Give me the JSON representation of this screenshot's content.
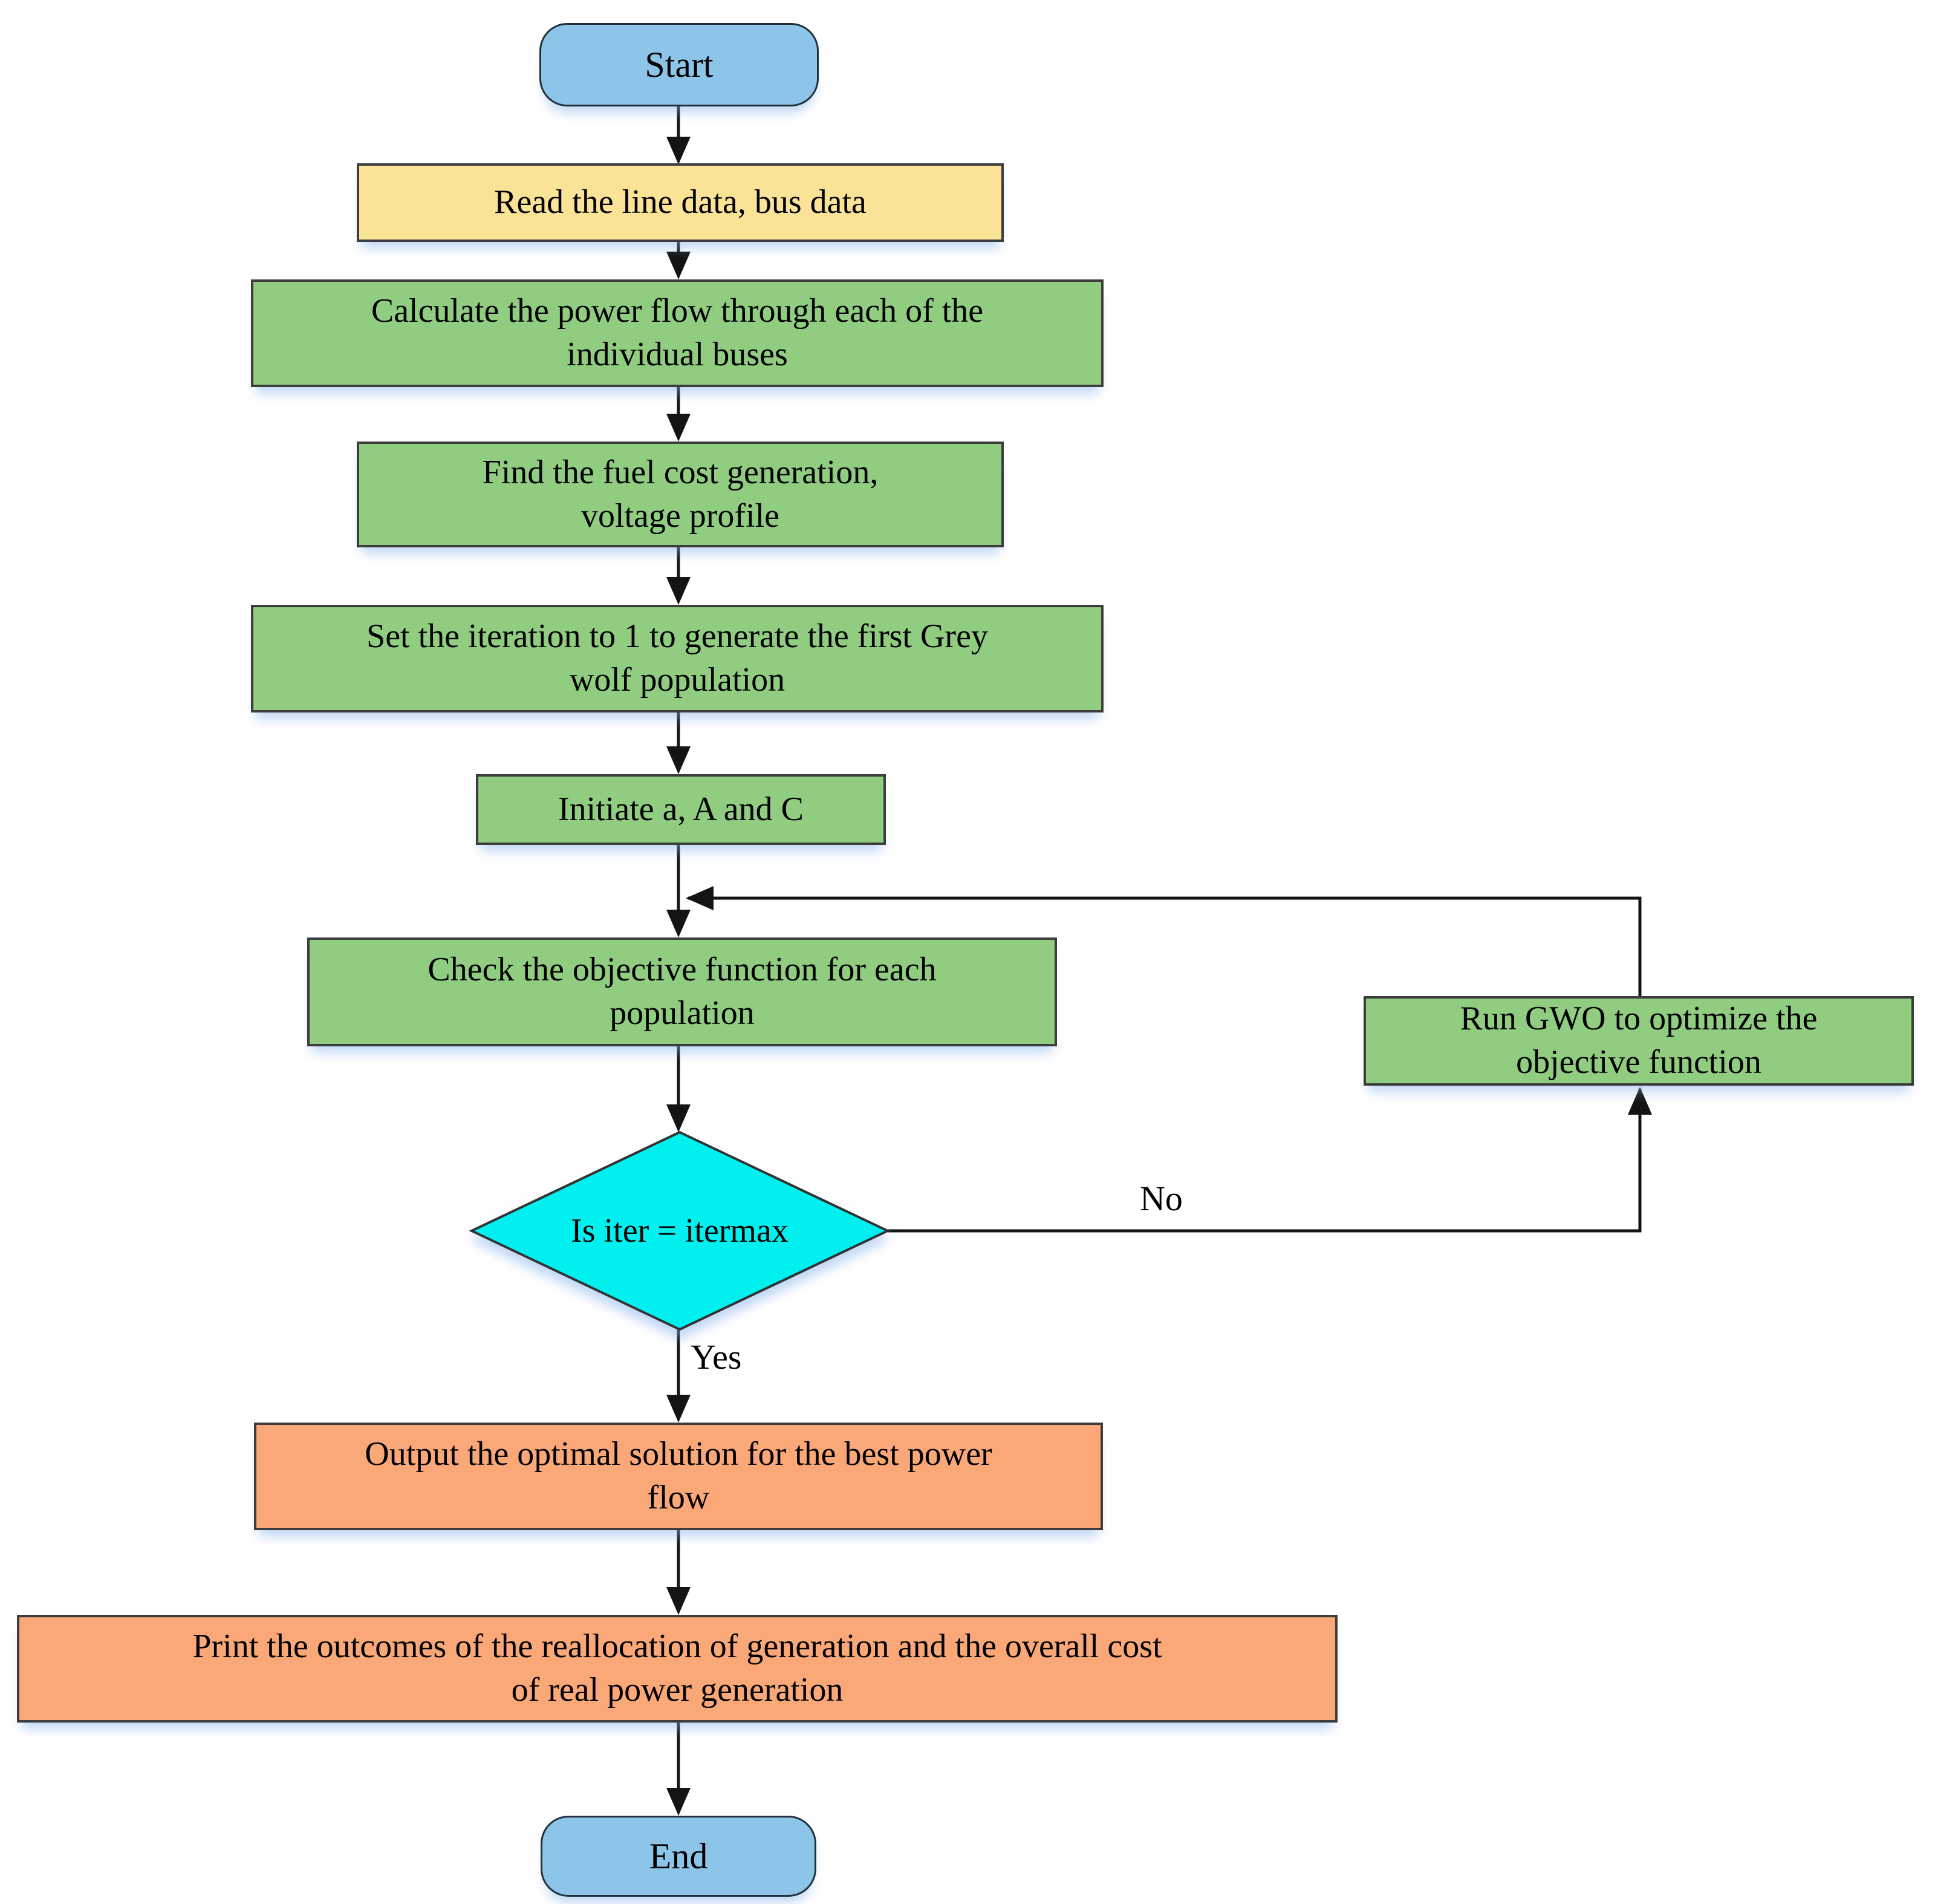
{
  "page": {
    "background": "#ffffff",
    "description": "Flowchart of Grey Wolf Optimizer (GWO) based optimal power flow procedure"
  },
  "palette": {
    "terminal_fill": "#8CC5E8",
    "read_fill": "#FAE296",
    "process_fill": "#90CD80",
    "decision_fill": "#00EFEF",
    "output_fill": "#FBA878",
    "connector_color": "#141414",
    "border_color": "#3d3d3d"
  },
  "nodes": {
    "start": {
      "label": "Start",
      "shape": "rounded"
    },
    "read": {
      "label": "Read the line data, bus data",
      "shape": "rect"
    },
    "calc": {
      "label": "Calculate the power flow through each of the\nindividual buses",
      "shape": "rect"
    },
    "find": {
      "label": "Find the fuel cost generation,\nvoltage profile",
      "shape": "rect"
    },
    "set_iteration": {
      "label": "Set the iteration to 1 to generate the first Grey\nwolf population",
      "shape": "rect"
    },
    "initiate": {
      "label": "Initiate a, A and C",
      "shape": "rect"
    },
    "check": {
      "label": "Check the objective function for each\npopulation",
      "shape": "rect"
    },
    "decision": {
      "label": "Is iter = itermax",
      "shape": "diamond"
    },
    "run_gwo": {
      "label": "Run GWO to optimize the\nobjective function",
      "shape": "rect"
    },
    "output": {
      "label": "Output the optimal solution for the best power\nflow",
      "shape": "rect"
    },
    "print": {
      "label": "Print the outcomes of the reallocation of generation and the overall cost\nof real power generation",
      "shape": "rect"
    },
    "end": {
      "label": "End",
      "shape": "rounded"
    }
  },
  "edge_labels": {
    "yes": "Yes",
    "no": "No"
  }
}
